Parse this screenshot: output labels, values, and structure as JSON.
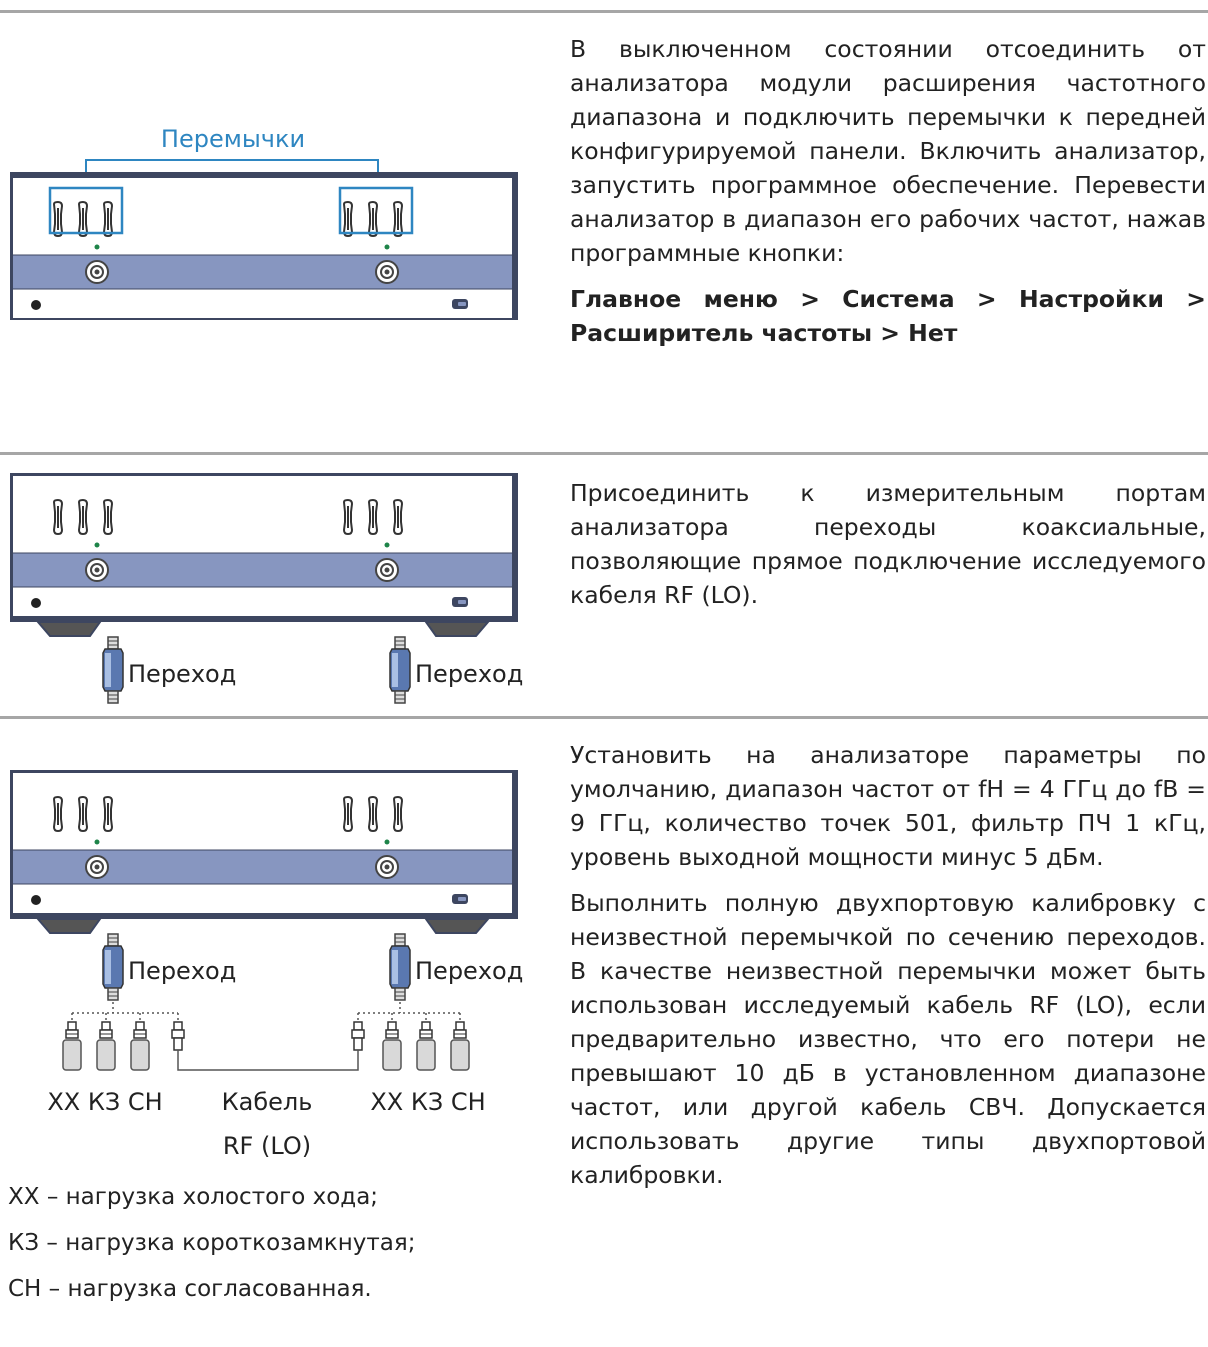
{
  "sections": [
    {
      "figure": {
        "label": "Перемычки"
      },
      "paragraphs": [
        "В выключенном состоянии отсоединить от анализатора модули расширения частотного диапазона и подключить перемычки к передней конфигурируемой панели. Включить анализатор, запустить программное обеспечение. Перевести анализатор в диапазон его рабочих частот, нажав программные кнопки:"
      ],
      "menu_path": "Главное меню > Система > Настройки > Расширитель частоты > Нет"
    },
    {
      "figure": {
        "adapter_left": "Переход",
        "adapter_right": "Переход"
      },
      "paragraphs": [
        "Присоединить к измерительным портам анализатора переходы коаксиальные, позволяющие прямое подключение исследуемого кабеля RF (LO)."
      ]
    },
    {
      "figure": {
        "adapter_left": "Переход",
        "adapter_right": "Переход",
        "loads_left": "ХХ КЗ СН",
        "loads_right": "ХХ КЗ СН",
        "cable_line1": "Кабель",
        "cable_line2": "RF (LO)"
      },
      "legend": [
        "ХХ – нагрузка холостого хода;",
        "КЗ – нагрузка короткозамкнутая;",
        "СН – нагрузка согласованная."
      ],
      "paragraphs": [
        "Установить на анализаторе параметры по умолчанию, диапазон частот от fН = 4 ГГц до fВ = 9 ГГц, количество точек 501, фильтр ПЧ 1 кГц, уровень выходной мощности минус 5 дБм.",
        "Выполнить полную двухпортовую калибровку с неизвестной перемычкой по сечению переходов. В качестве неизвестной перемычки может быть использован исследуемый кабель RF (LO), если предварительно известно, что его потери не превышают 10 дБ в установленном диапазоне частот, или другой кабель СВЧ. Допускается использовать другие типы двухпортовой калибровки."
      ]
    }
  ],
  "colors": {
    "rule": "#a6a6a6",
    "device_frame": "#3d4660",
    "device_band": "#8796c0",
    "highlight": "#2e86c1",
    "load": "#d9d9d9"
  }
}
